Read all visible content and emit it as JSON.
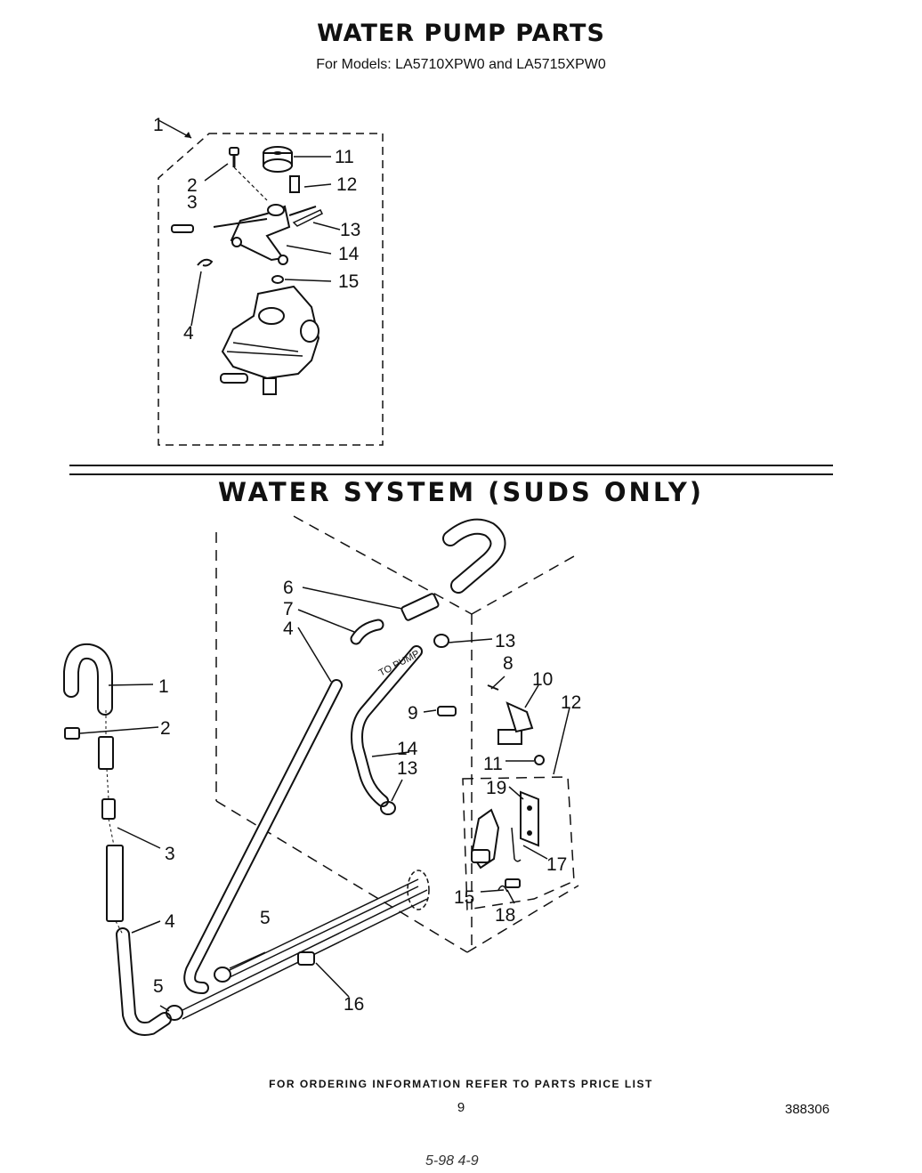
{
  "page": {
    "title": "WATER PUMP PARTS",
    "subtitle": "For Models: LA5710XPW0 and  LA5715XPW0",
    "section_title": "WATER SYSTEM (SUDS ONLY)",
    "footer_note": "FOR ORDERING INFORMATION REFER TO PARTS PRICE LIST",
    "page_number": "9",
    "document_number": "388306",
    "handwritten_mark": "5-98 4-9"
  },
  "pump_diagram": {
    "callouts": [
      "1",
      "2",
      "3",
      "4",
      "11",
      "12",
      "13",
      "14",
      "15"
    ]
  },
  "water_system_diagram": {
    "callouts": [
      "1",
      "2",
      "3",
      "4",
      "5",
      "5",
      "6",
      "7",
      "4",
      "8",
      "9",
      "10",
      "11",
      "12",
      "13",
      "13",
      "14",
      "15",
      "16",
      "17",
      "18",
      "19"
    ],
    "hose_label": "TO PUMP"
  }
}
